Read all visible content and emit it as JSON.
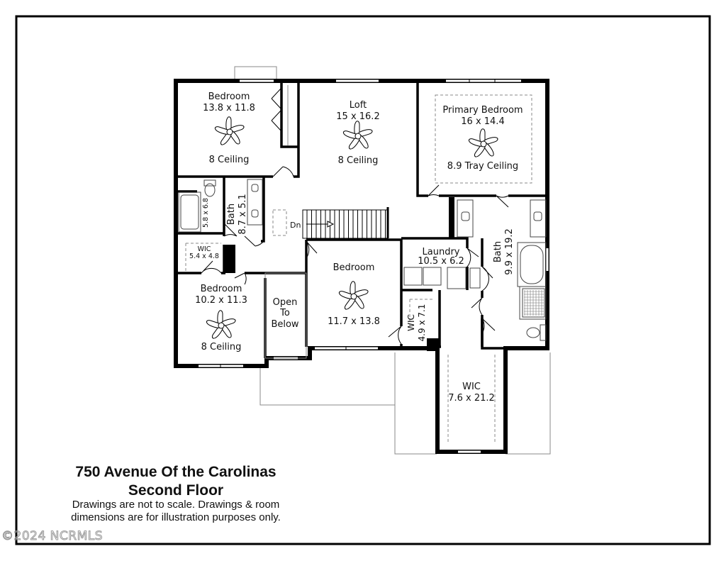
{
  "rooms": {
    "bedroom_nw": {
      "name": "Bedroom",
      "dims": "13.8 x 11.8",
      "ceiling": "8 Ceiling"
    },
    "loft": {
      "name": "Loft",
      "dims": "15 x 16.2",
      "ceiling": "8 Ceiling"
    },
    "primary_bedroom": {
      "name": "Primary Bedroom",
      "dims": "16 x 14.4",
      "ceiling": "8.9 Tray Ceiling"
    },
    "hall_bath": {
      "name": "Bath",
      "dims": "8.7 x 5.1"
    },
    "tub": {
      "dims": "5.8 x 6.8"
    },
    "wic_small": {
      "name": "WIC",
      "dims": "5.4 x 4.8"
    },
    "bedroom_sw": {
      "name": "Bedroom",
      "dims": "10.2 x 11.3",
      "ceiling": "8 Ceiling"
    },
    "open_to_below": {
      "line1": "Open",
      "line2": "To",
      "line3": "Below"
    },
    "bedroom_center": {
      "name": "Bedroom",
      "dims": "11.7 x 13.8"
    },
    "laundry": {
      "name": "Laundry",
      "dims": "10.5 x 6.2"
    },
    "wic_mid": {
      "name": "WIC",
      "dims": "4.9 x 7.1"
    },
    "primary_bath": {
      "name": "Bath",
      "dims": "9.9 x 19.2"
    },
    "wic_large": {
      "name": "WIC",
      "dims": "7.6 x 21.2"
    }
  },
  "stairs_label": "Dn",
  "caption": {
    "address": "750 Avenue Of the Carolinas",
    "floor": "Second Floor",
    "note_line1": "Drawings are not to scale. Drawings & room",
    "note_line2": "dimensions are for illustration purposes only."
  },
  "watermark": "©2024 NCRMLS",
  "colors": {
    "wall": "#000000",
    "thin_line": "#888888",
    "fixture": "#444444"
  }
}
